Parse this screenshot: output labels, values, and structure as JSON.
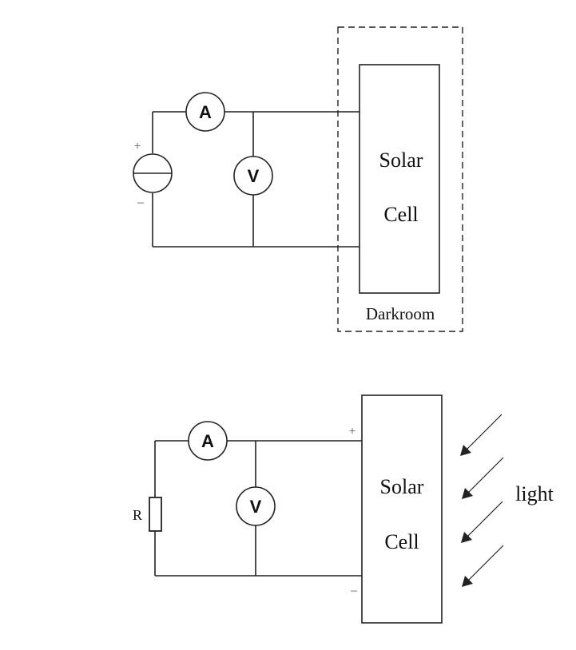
{
  "top_circuit": {
    "ammeter": "A",
    "voltmeter": "V",
    "source_plus": "+",
    "source_minus": "–",
    "solar_line1": "Solar",
    "solar_line2": "Cell",
    "darkroom": "Darkroom"
  },
  "bottom_circuit": {
    "ammeter": "A",
    "voltmeter": "V",
    "resistor": "R",
    "terminal_plus": "+",
    "terminal_minus": "–",
    "solar_line1": "Solar",
    "solar_line2": "Cell",
    "light": "light"
  },
  "colors": {
    "line": "#222222",
    "background": "#ffffff"
  }
}
